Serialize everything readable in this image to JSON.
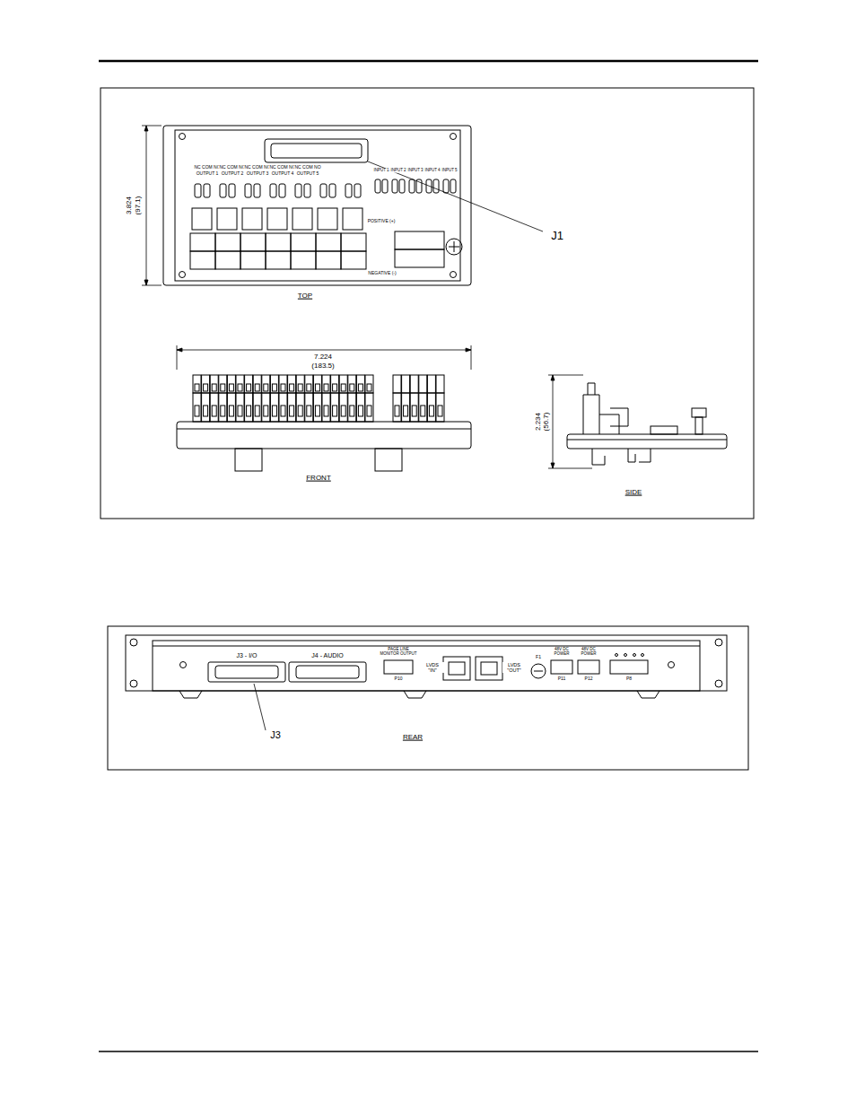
{
  "diagram": {
    "labels": [
      "3.824",
      "(97.1)",
      "TOP",
      "J1",
      "7.224",
      "(183.5)",
      "FRONT",
      "2.234",
      "(56.7)",
      "SIDE",
      "NC COM NO",
      "NC COM NO",
      "NC COM NO",
      "NC COM NO",
      "NC COM NO",
      "OUTPUT 1",
      "OUTPUT 2",
      "OUTPUT 3",
      "OUTPUT 4",
      "OUTPUT 5",
      "INPUT 1",
      "INPUT 2",
      "INPUT 3",
      "INPUT 4",
      "INPUT 5",
      "POSITIVE (+)",
      "NEGATIVE (-)",
      "J3 - I/O",
      "J4 - AUDIO",
      "PAGE LINE MONITOR OUTPUT",
      "P10",
      "LVDS \"IN\"",
      "LVDS \"OUT\"",
      "F1",
      "48V DC POWER",
      "48V DC POWER",
      "P11",
      "P12",
      "P8",
      "J3",
      "REAR"
    ]
  }
}
